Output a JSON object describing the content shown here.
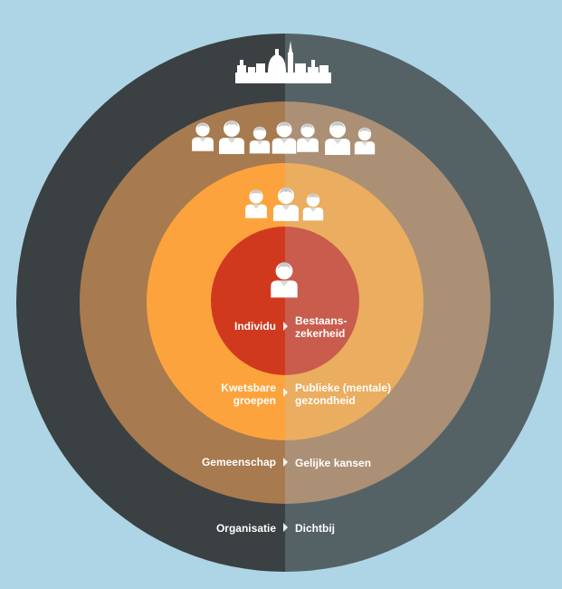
{
  "rings": [
    {
      "id": "outer",
      "left_label": "Organisatie",
      "right_label": "Dichtbij",
      "left_color": "#3b4042",
      "right_color": "#546266"
    },
    {
      "id": "community",
      "left_label": "Gemeenschap",
      "right_label": "Gelijke kansen",
      "left_color": "#a77a4f",
      "right_color": "#ab9076"
    },
    {
      "id": "groups",
      "left_label": "Kwetsbare\ngroepen",
      "right_label": "Publieke (mentale)\ngezondheid",
      "left_color": "#fda33d",
      "right_color": "#ebad5f"
    },
    {
      "id": "individual",
      "left_label": "Individu",
      "right_label": "Bestaans-\nzekerheid",
      "left_color": "#d1391f",
      "right_color": "#c95c4c"
    }
  ],
  "icons": {
    "city": "city-skyline-icon",
    "community": "people-group-icon",
    "groups": "people-small-group-icon",
    "individual": "person-icon"
  },
  "colors": {
    "background": "#add5e6",
    "icon": "#ffffff",
    "text": "#ffffff"
  }
}
